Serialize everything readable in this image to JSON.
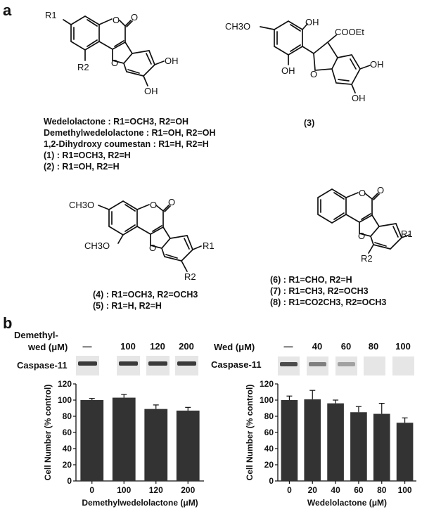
{
  "panels": {
    "a": "a",
    "b": "b"
  },
  "structures": {
    "s1": {
      "atoms": {
        "r1": "R1",
        "r2": "R2",
        "o_ring": "O",
        "o_furan": "O",
        "o_carbonyl": "O",
        "oh1": "OH",
        "oh2": "OH"
      },
      "captions": [
        "Wedelolactone : R1=OCH3, R2=OH",
        "Demethylwedelolactone : R1=OH, R2=OH",
        "1,2-Dihydroxy coumestan : R1=H, R2=H",
        "(1) :  R1=OCH3, R2=H",
        "(2) : R1=OH, R2=H"
      ]
    },
    "s3": {
      "atoms": {
        "ch3o": "CH3O",
        "oh_top": "OH",
        "cooet": "COOEt",
        "oh_bottom": "OH",
        "o_furan": "O",
        "oh_r1": "OH",
        "oh_r2": "OH"
      },
      "caption": "(3)"
    },
    "s4": {
      "atoms": {
        "ch3o_top": "CH3O",
        "ch3o_bottom": "CH3O",
        "o_ring": "O",
        "o_carbonyl": "O",
        "o_furan": "O",
        "r1": "R1",
        "r2": "R2"
      },
      "captions": [
        "(4) : R1=OCH3, R2=OCH3",
        "(5) : R1=H, R2=H"
      ]
    },
    "s6": {
      "atoms": {
        "o_ring": "O",
        "o_carbonyl": "O",
        "o_furan": "O",
        "r1": "R1",
        "r2": "R2"
      },
      "captions": [
        "(6) : R1=CHO, R2=H",
        "(7) : R1=CH3, R2=OCH3",
        "(8) : R1=CO2CH3, R2=OCH3"
      ]
    }
  },
  "blots": {
    "left": {
      "treatment_label_line1": "Demethyl-",
      "treatment_label_line2": "wed (μM)",
      "doses": [
        "—",
        "100",
        "120",
        "200"
      ],
      "protein": "Caspase-11"
    },
    "right": {
      "treatment_label": "Wed (μM)",
      "doses": [
        "—",
        "40",
        "60",
        "80",
        "100"
      ],
      "protein": "Caspase-11",
      "band_intensity": [
        0.9,
        0.6,
        0.4,
        0.0,
        0.0
      ]
    }
  },
  "chart_data": [
    {
      "type": "bar",
      "categories": [
        "0",
        "100",
        "120",
        "200"
      ],
      "values": [
        100,
        103,
        89,
        87
      ],
      "errors": [
        2,
        4,
        5,
        4
      ],
      "xlabel": "Demethylwedelolactone (μM)",
      "ylabel": "Cell Number (% control)",
      "ylim": [
        0,
        120
      ],
      "yticks": [
        0,
        20,
        40,
        60,
        80,
        100,
        120
      ],
      "grid": false,
      "bar_color": "#333333"
    },
    {
      "type": "bar",
      "categories": [
        "0",
        "20",
        "40",
        "60",
        "80",
        "100"
      ],
      "values": [
        100,
        101,
        96,
        85,
        83,
        72
      ],
      "errors": [
        5,
        11,
        4,
        7,
        13,
        6
      ],
      "xlabel": "Wedelolactone (μM)",
      "ylabel": "Cell Number (% control)",
      "ylim": [
        0,
        120
      ],
      "yticks": [
        0,
        20,
        40,
        60,
        80,
        100,
        120
      ],
      "grid": false,
      "bar_color": "#333333"
    }
  ]
}
